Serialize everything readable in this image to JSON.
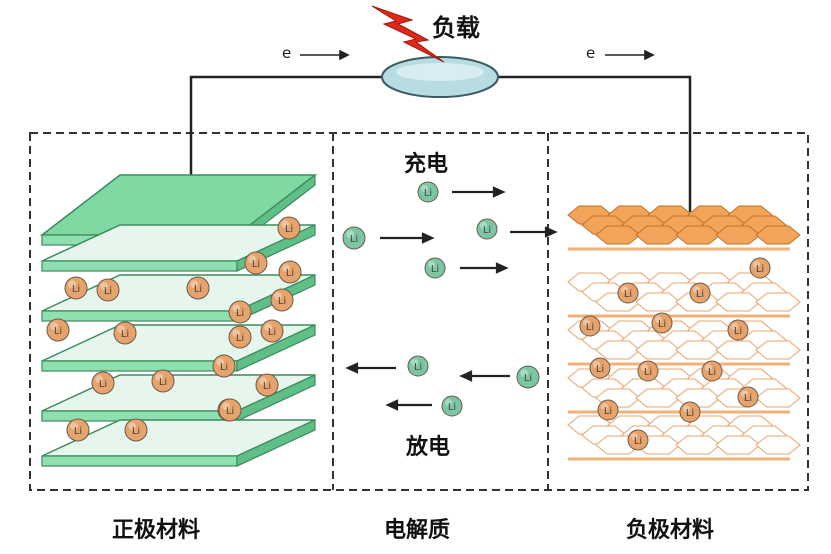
{
  "labels": {
    "load": "负载",
    "electron_left": "e",
    "electron_right": "e",
    "charge": "充电",
    "discharge": "放电",
    "cathode": "正极材料",
    "electrolyte": "电解质",
    "anode": "负极材料",
    "ion": "Li"
  },
  "colors": {
    "cathode_plate": "#8fe0b0",
    "cathode_edge": "#3d8a5f",
    "anode_hex": "#f2a55a",
    "anode_edge": "#c27224",
    "ion_orange": "#e6a46c",
    "ion_green": "#7cc7a3",
    "load": "#b7dde3",
    "bolt": "#e0281b",
    "line": "#222222"
  },
  "icons": [
    "lightning-bolt-icon",
    "load-resistor-icon"
  ]
}
